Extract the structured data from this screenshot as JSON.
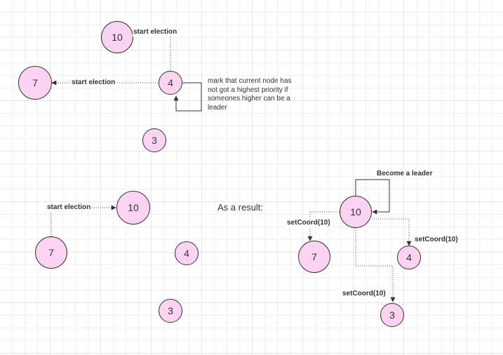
{
  "colors": {
    "node_fill": "#fcd3f2",
    "stroke": "#333333",
    "grid": "#e6e6e6"
  },
  "diagram": {
    "top": {
      "nodes": {
        "n10": "10",
        "n7": "7",
        "n4": "4",
        "n3": "3"
      },
      "labels": {
        "start_election_up": "start election",
        "start_election_left": "start election"
      },
      "note": "mark that current node has not got a highest priority if someones higher can be a leader"
    },
    "bottom_left": {
      "nodes": {
        "n10": "10",
        "n7": "7",
        "n4": "4",
        "n3": "3"
      },
      "labels": {
        "start_election": "start election"
      }
    },
    "result_heading": "As a result:",
    "bottom_right": {
      "nodes": {
        "n10": "10",
        "n7": "7",
        "n4": "4",
        "n3": "3"
      },
      "labels": {
        "become_leader": "Become a leader",
        "set_coord_7": "setCoord(10)",
        "set_coord_4": "setCoord(10)",
        "set_coord_3": "setCoord(10)"
      }
    }
  }
}
